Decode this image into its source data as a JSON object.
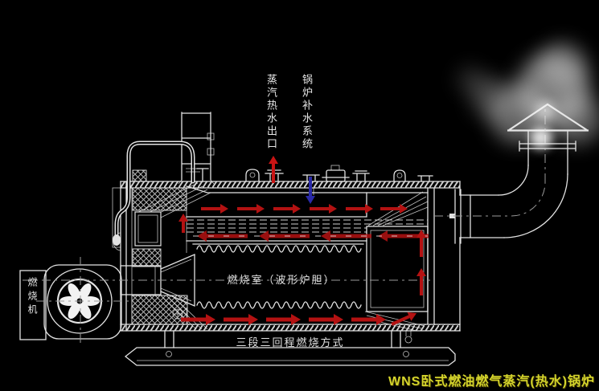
{
  "diagram": {
    "caption": "WNS卧式燃油燃气蒸汽(热水)锅炉",
    "labels": {
      "steam_outlet": "蒸汽热水出口",
      "feed_system": "锅炉补水系统",
      "burner": "燃烧机",
      "combustion_chamber": "燃烧室（波形炉胆）",
      "combustion_mode": "三段三回程燃烧方式"
    },
    "colors": {
      "background": "#000000",
      "linework": "#e2e2e2",
      "flue_gas_arrow": "#b41212",
      "steam_arrow": "#c81414",
      "feed_water_arrow": "#2a2aa8",
      "caption_text": "#d4d42c"
    },
    "icons": {
      "burner_fan": "fan-icon",
      "chimney_cap": "chimney-cap-icon",
      "smoke": "smoke-cloud"
    }
  }
}
